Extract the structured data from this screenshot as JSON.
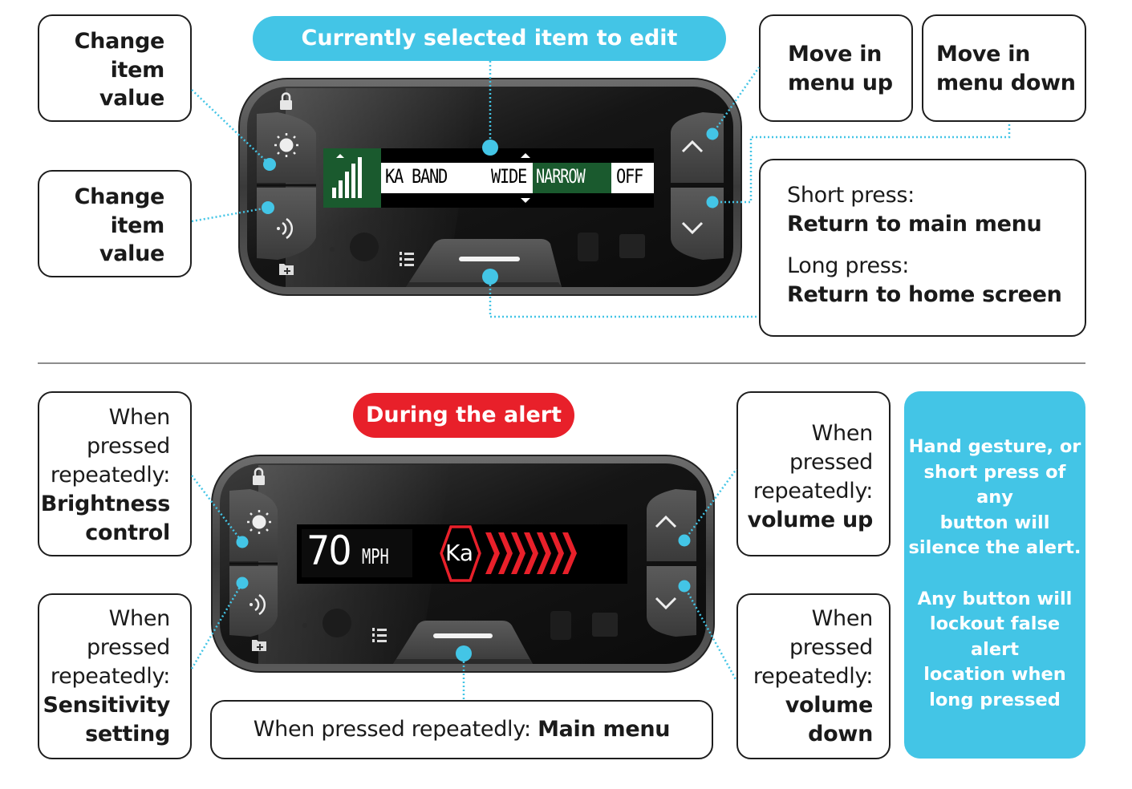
{
  "top_section": {
    "banner": "Currently selected item to edit",
    "callouts": {
      "left_top": [
        "Change",
        "item",
        "value"
      ],
      "left_bottom": [
        "Change",
        "item",
        "value"
      ],
      "move_up": [
        "Move in",
        "menu up"
      ],
      "move_down": [
        "Move in",
        "menu down"
      ],
      "center_button": {
        "short_label": "Short press:",
        "short_action": "Return to main menu",
        "long_label": "Long press:",
        "long_action": "Return to home screen"
      }
    },
    "screen": {
      "setting_name": "KA BAND",
      "options": [
        "WIDE",
        "NARROW",
        "OFF"
      ],
      "selected_option": "NARROW"
    }
  },
  "bottom_section": {
    "banner": "During the alert",
    "callouts": {
      "brightness": {
        "lines": [
          "When",
          "pressed",
          "repeatedly:"
        ],
        "bold": [
          "Brightness",
          "control"
        ]
      },
      "sensitivity": {
        "lines": [
          "When",
          "pressed",
          "repeatedly:"
        ],
        "bold": [
          "Sensitivity",
          "setting"
        ]
      },
      "volume_up": {
        "lines": [
          "When",
          "pressed",
          "repeatedly:"
        ],
        "bold": [
          "volume up"
        ]
      },
      "volume_down": {
        "lines": [
          "When",
          "pressed",
          "repeatedly:"
        ],
        "bold": [
          "volume",
          "down"
        ]
      },
      "main_menu": {
        "prefix": "When pressed repeatedly: ",
        "bold": "Main menu"
      }
    },
    "screen": {
      "speed": "70",
      "speed_unit": "MPH",
      "band": "Ka",
      "signal_chevrons": 7
    },
    "info_box": {
      "para1": [
        "Hand gesture, or",
        "short press of",
        "any",
        "button will",
        "silence the alert."
      ],
      "para2": [
        "Any button will",
        "lockout false",
        "alert",
        "location when",
        "long pressed"
      ]
    }
  },
  "colors": {
    "accent_blue": "#43c5e6",
    "alert_red": "#e8202a",
    "screen_green": "#1a5a2e"
  },
  "icons": [
    "lock-icon",
    "brightness-icon",
    "sensitivity-icon",
    "folder-add-icon",
    "menu-list-icon",
    "chevron-up-icon",
    "chevron-down-icon"
  ]
}
